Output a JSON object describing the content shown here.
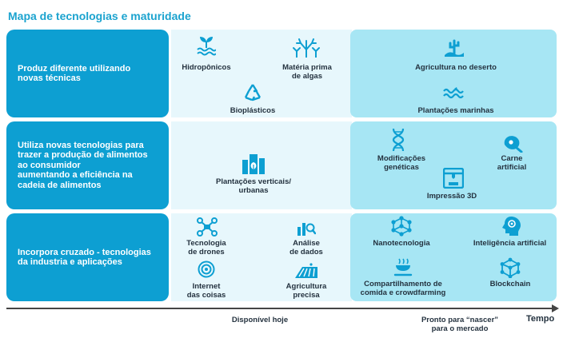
{
  "title": "Mapa de tecnologias e maturidade",
  "rows": [
    {
      "label": "Produz diferente utilizando\nnovas técnicas"
    },
    {
      "label": "Utiliza novas tecnologias para\ntrazer a produção de alimentos\nao consumidor\naumentando a eficiência na\ncadeia de alimentos"
    },
    {
      "label": "Incorpora cruzado - tecnologias\nda industria e aplicações"
    }
  ],
  "items": {
    "hidroponicos": "Hidropônicos",
    "algas": "Matéria prima\nde algas",
    "bioplasticos": "Bioplásticos",
    "deserto": "Agricultura no deserto",
    "marinhas": "Plantações marinhas",
    "verticais": "Plantações verticais/\nurbanas",
    "geneticas": "Modificações\ngenéticas",
    "carne": "Carne\nartificial",
    "impressao": "Impressão 3D",
    "drones": "Tecnologia\nde drones",
    "dados": "Análise\nde dados",
    "internet": "Internet\ndas coisas",
    "agricultura_precisa": "Agricultura\nprecisa",
    "nanotecnologia": "Nanotecnologia",
    "ia": "Inteligência artificial",
    "compartilhamento": "Compartilhamento de\ncomida e crowdfarming",
    "blockchain": "Blockchain"
  },
  "axis": {
    "hoje": "Disponível hoje",
    "futuro": "Pronto para “nascer”\npara o mercado",
    "tempo": "Tempo"
  },
  "colors": {
    "primary": "#0d9fd2",
    "light_band": "#e7f7fc",
    "future_band": "#a7e6f4",
    "title": "#1ba3cf"
  }
}
